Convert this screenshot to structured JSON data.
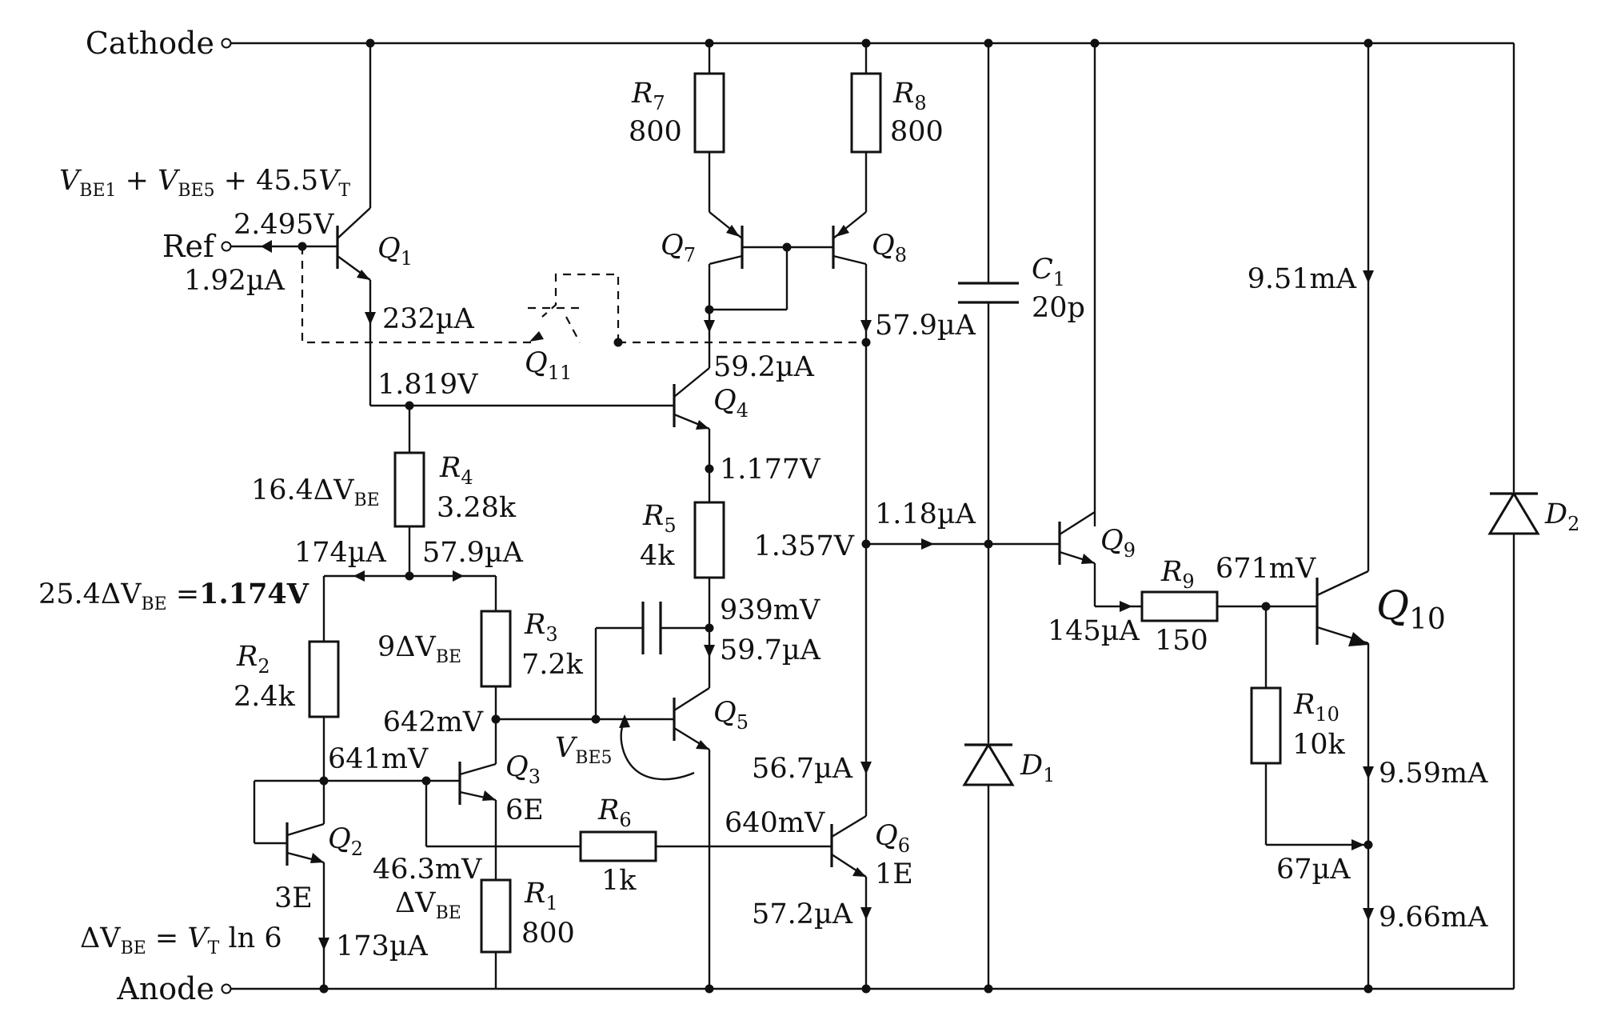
{
  "terminals": {
    "cathode": "Cathode",
    "ref": "Ref",
    "anode": "Anode"
  },
  "transistors": {
    "q1": {
      "letter": "Q",
      "sub": "1"
    },
    "q2": {
      "letter": "Q",
      "sub": "2"
    },
    "q3": {
      "letter": "Q",
      "sub": "3"
    },
    "q4": {
      "letter": "Q",
      "sub": "4"
    },
    "q5": {
      "letter": "Q",
      "sub": "5"
    },
    "q6": {
      "letter": "Q",
      "sub": "6"
    },
    "q7": {
      "letter": "Q",
      "sub": "7"
    },
    "q8": {
      "letter": "Q",
      "sub": "8"
    },
    "q9": {
      "letter": "Q",
      "sub": "9"
    },
    "q10": {
      "letter": "Q",
      "sub": "10"
    },
    "q11": {
      "letter": "Q",
      "sub": "11"
    }
  },
  "resistors": {
    "r1": {
      "letter": "R",
      "sub": "1",
      "value": "800"
    },
    "r2": {
      "letter": "R",
      "sub": "2",
      "value": "2.4k"
    },
    "r3": {
      "letter": "R",
      "sub": "3",
      "value": "7.2k"
    },
    "r4": {
      "letter": "R",
      "sub": "4",
      "value": "3.28k"
    },
    "r5": {
      "letter": "R",
      "sub": "5",
      "value": "4k"
    },
    "r6": {
      "letter": "R",
      "sub": "6",
      "value": "1k"
    },
    "r7": {
      "letter": "R",
      "sub": "7",
      "value": "800"
    },
    "r8": {
      "letter": "R",
      "sub": "8",
      "value": "800"
    },
    "r9": {
      "letter": "R",
      "sub": "9",
      "value": "150"
    },
    "r10": {
      "letter": "R",
      "sub": "10",
      "value": "10k"
    }
  },
  "capacitor": {
    "letter": "C",
    "sub": "1",
    "value": "20p"
  },
  "diodes": {
    "d1": {
      "letter": "D",
      "sub": "1"
    },
    "d2": {
      "letter": "D",
      "sub": "2"
    }
  },
  "emitter_areas": {
    "q2": "3E",
    "q3": "6E",
    "q6": "1E"
  },
  "ref_expression": {
    "v": "V",
    "be1": "BE1",
    "plus1": " + ",
    "v2": "V",
    "be5": "BE5",
    "plus2": " + 45.5",
    "v3": "V",
    "t": "T"
  },
  "dvbe_expression": {
    "delta": "ΔV",
    "be": "BE",
    "eq": " = ",
    "v": "V",
    "t": "T",
    "ln": " ln 6"
  },
  "multiples": {
    "r4": {
      "prefix": "16.4ΔV",
      "sub": "BE"
    },
    "r2": {
      "prefix": "25.4ΔV",
      "sub": "BE",
      "eq": " =",
      "value": "1.174V"
    },
    "r3": {
      "prefix": "9ΔV",
      "sub": "BE"
    },
    "r1": {
      "prefix": "ΔV",
      "sub": "BE"
    }
  },
  "vbe5_label": {
    "v": "V",
    "sub": "BE5"
  },
  "voltages": {
    "ref_in": "2.495V",
    "q1_emitter": "1.819V",
    "q4_emitter": "1.177V",
    "r5_bottom": "939mV",
    "q5_base": "642mV",
    "q3_base": "641mV",
    "q2_emitter": "46.3mV",
    "q6_base": "640mV",
    "q9_base": "1.357V",
    "q10_base": "671mV"
  },
  "currents": {
    "ref": "1.92µA",
    "q1": "232µA",
    "r2": "174µA",
    "r3": "57.9µA",
    "q8": "57.9µA",
    "q4": "59.2µA",
    "q5": "59.7µA",
    "q6_in": "56.7µA",
    "q6_out": "57.2µA",
    "q9": "1.18µA",
    "q9_emitter": "145µA",
    "q2": "173µA",
    "q10_in": "9.51mA",
    "q10_out": "9.59mA",
    "r10": "67µA",
    "anode": "9.66mA"
  }
}
